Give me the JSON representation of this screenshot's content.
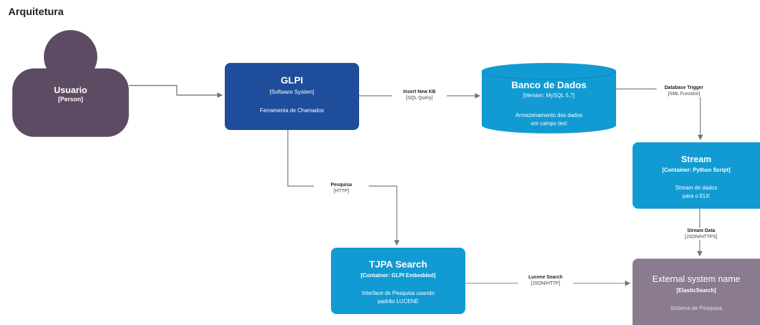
{
  "page": {
    "title": "Arquitetura"
  },
  "nodes": {
    "usuario": {
      "name": "Usuario",
      "type": "[Person]",
      "color": "#5d4b63"
    },
    "glpi": {
      "name": "GLPI",
      "type": "[Software System]",
      "description": "Ferramenta de Chamados",
      "color": "#1e4e9b"
    },
    "banco": {
      "name": "Banco de Dados",
      "type": "[Version: MySQL 5.7]",
      "description_1": "Armazenamento dos dados",
      "description_2": "em campo text",
      "color": "#129ad3"
    },
    "stream": {
      "name": "Stream",
      "type": "[Container: Python Script]",
      "description_1": "Stream de dados",
      "description_2": "para o ELK",
      "color": "#129ad3"
    },
    "search": {
      "name": "TJPA Search",
      "type": "[Container: GLPI Embedded]",
      "description_1": "Interface de Pesquisa usando",
      "description_2": "padrão LUCENE",
      "color": "#129ad3"
    },
    "external": {
      "name": "External system name",
      "type": "[ElasticSearch]",
      "description": "Sistema de Pesquisa",
      "color": "#8a7b91"
    }
  },
  "relations": {
    "insert": {
      "label": "Insert New KB",
      "tech": "[SQL Query]"
    },
    "trigger": {
      "label": "Database Trigger",
      "tech": "[SML Function]"
    },
    "pesquisa": {
      "label": "Pesquisa",
      "tech": "[HTTP]"
    },
    "stream_data": {
      "label": "Stream Data",
      "tech": "[JSON/HTTPS]"
    },
    "lucene": {
      "label": "Lucene Search",
      "tech": "[JSON/HTTP]"
    }
  }
}
